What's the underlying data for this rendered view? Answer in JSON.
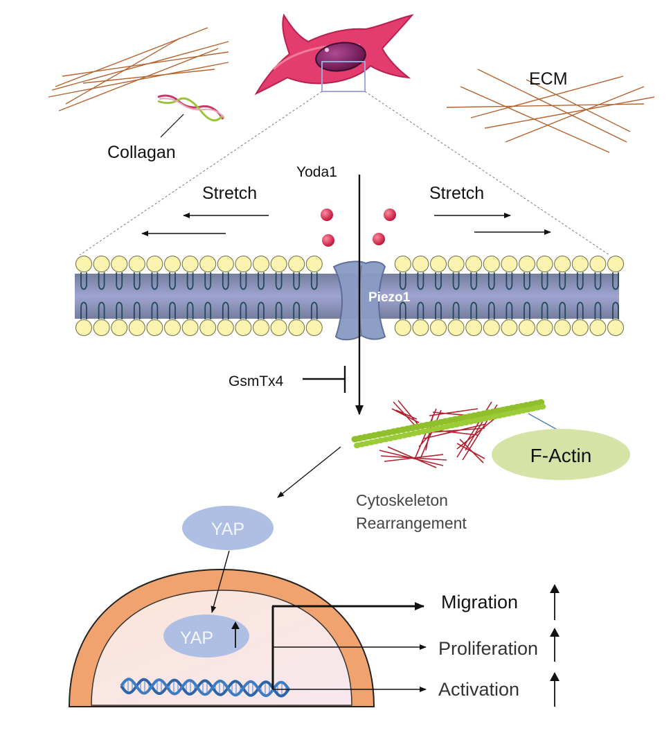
{
  "labels": {
    "collagen": "Collagan",
    "ecm": "ECM",
    "yoda1": "Yoda1",
    "stretch_left": "Stretch",
    "stretch_right": "Stretch",
    "piezo1": "Piezo1",
    "gsmtx4": "GsmTx4",
    "f_actin": "F-Actin",
    "cytoskeleton_line1": "Cytoskeleton",
    "cytoskeleton_line2": "Rearrangement",
    "yap_cytoplasm": "YAP",
    "yap_nucleus": "YAP",
    "migration": "Migration",
    "proliferation": "Proliferation",
    "activation": "Activation"
  },
  "colors": {
    "cell_body": "#e23d6e",
    "nucleus": "#7a1a5a",
    "lipid_head": "#fbf3b0",
    "membrane_band": "#7f87a6",
    "piezo_channel": "#8a9cc4",
    "fiber": "#b5622d",
    "actin_green": "#8fbf2a",
    "cyto_red": "#b22030",
    "f_actin_oval": "#d5e4a6",
    "yap_oval": "#aebfe3",
    "nuclear_envelope": "#f0a36e",
    "nucleoplasm": "#fbe7df",
    "dna": "#2e63a6",
    "yoda1_dot": "#d8244a"
  }
}
